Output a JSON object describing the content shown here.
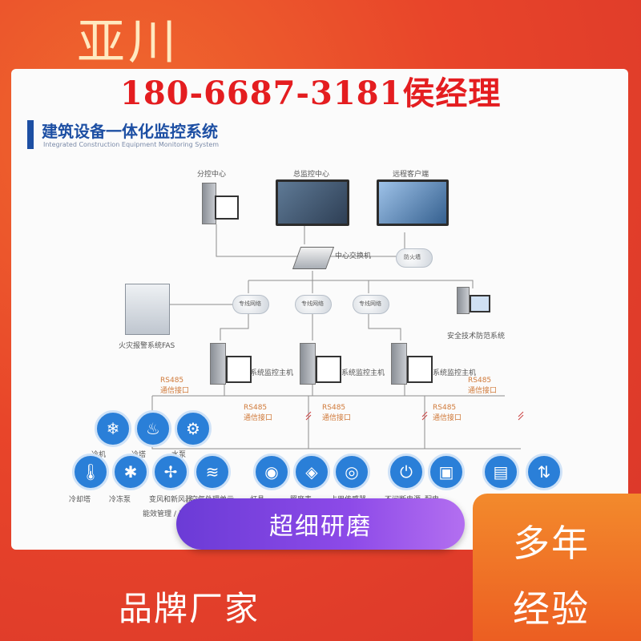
{
  "brand": "亚川",
  "phone": "180-6687-3181侯经理",
  "diagram": {
    "title": "建筑设备一体化监控系统",
    "subtitle": "Integrated Construction Equipment Monitoring System",
    "nodes": {
      "sub_center": "分控中心",
      "main_center": "总监控中心",
      "remote_client": "远程客户端",
      "core_switch": "中心交换机",
      "firewall": "防火墙",
      "fire_alarm": "火灾报警系统FAS",
      "security": "安全技术防范系统",
      "cloud": "专线网络",
      "host": "系统监控主机"
    },
    "bus_labels": {
      "rs485": "RS485",
      "port": "通信接口"
    },
    "devices_row1": [
      {
        "label": "冷机",
        "icon": "chiller-icon",
        "glyph": "❄"
      },
      {
        "label": "冷塔",
        "icon": "cooling-tower-icon",
        "glyph": "♨"
      },
      {
        "label": "水泵",
        "icon": "pump-icon",
        "glyph": "⚙"
      }
    ],
    "devices_row2": [
      {
        "label": "冷却塔",
        "icon": "thermometer-icon",
        "glyph": "🌡"
      },
      {
        "label": "冷冻泵",
        "icon": "snowflake-icon",
        "glyph": "✱"
      },
      {
        "label": "变风和新风器",
        "icon": "fan-icon",
        "glyph": "✢"
      },
      {
        "label": "空气处理单元",
        "icon": "air-flow-icon",
        "glyph": "≋"
      },
      {
        "label": "灯具",
        "icon": "bulb-icon",
        "glyph": "◉"
      },
      {
        "label": "照度表",
        "icon": "light-sensor-icon",
        "glyph": "◈"
      },
      {
        "label": "占用传感器",
        "icon": "signal-icon",
        "glyph": "◎"
      },
      {
        "label": "不间断电源",
        "icon": "power-icon",
        "glyph": "⏻"
      },
      {
        "label": "配电",
        "icon": "meter-icon",
        "glyph": "▣"
      },
      {
        "label": "",
        "icon": "chart-monitor-icon",
        "glyph": "▤"
      },
      {
        "label": "",
        "icon": "elevator-icon",
        "glyph": "⇅"
      }
    ],
    "footer_label": "能效管理 / 用能计量"
  },
  "banner": "超细研磨",
  "bottom_left": "品牌厂家",
  "right_top": "多年",
  "right_bottom": "经验",
  "colors": {
    "background": "#e8452a",
    "brand_text": "#ffe9c0",
    "phone_text": "#e41d20",
    "title_blue": "#1d4fa3",
    "icon_blue": "#2a7fd8",
    "banner_purple": "#8d4ae8",
    "panel_orange": "#f38a2c"
  }
}
